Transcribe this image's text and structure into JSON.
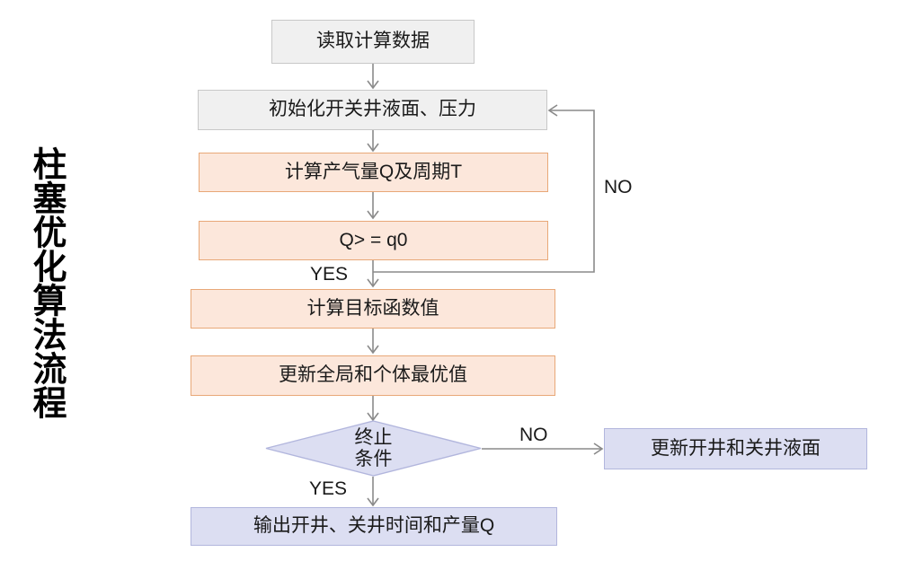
{
  "diagram": {
    "side_title": "柱塞优化算法流程",
    "colors": {
      "gray_fill": "#f0f0f0",
      "gray_border": "#c8c8c8",
      "orange_fill": "#fce7db",
      "orange_border": "#e8a878",
      "blue_fill": "#dcdef2",
      "blue_border": "#b2b6dd",
      "connector": "#8a8a8a",
      "text": "#1a1a1a",
      "background": "#ffffff"
    },
    "nodes": {
      "read_data": "读取计算数据",
      "init": "初始化开关井液面、压力",
      "calc_q_t": "计算产气量Q及周期T",
      "condition_q": "Q> = q0",
      "objective": "计算目标函数值",
      "update_best": "更新全局和个体最优值",
      "terminate_line1": "终止",
      "terminate_line2": "条件",
      "update_levels": "更新开井和关井液面",
      "output": "输出开井、关井时间和产量Q"
    },
    "edge_labels": {
      "no_loop": "NO",
      "yes_q": "YES",
      "no_terminate": "NO",
      "yes_terminate": "YES"
    }
  }
}
